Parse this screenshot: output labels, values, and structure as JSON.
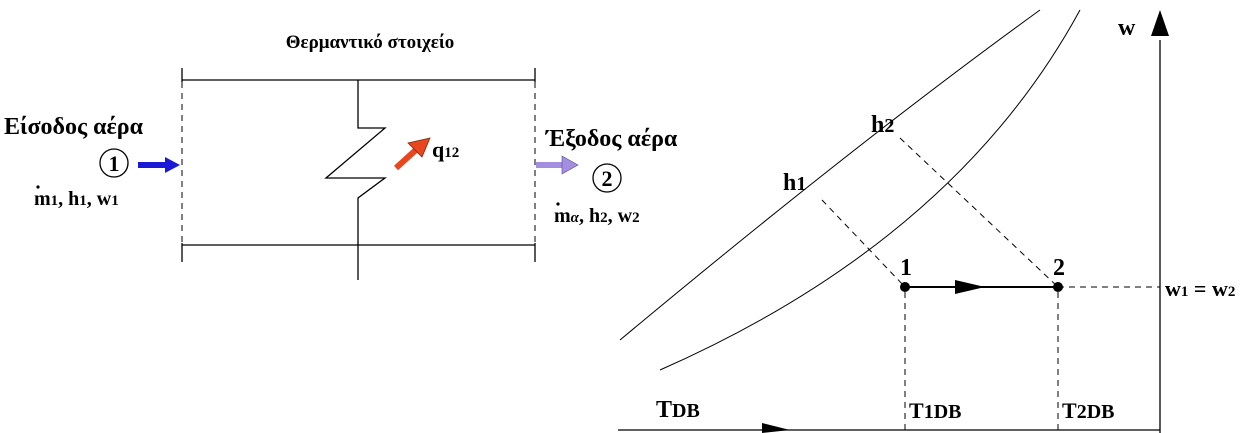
{
  "heater": {
    "title": "Θερμαντικό στοιχείο",
    "heat_label": "q",
    "heat_sub": "12"
  },
  "inlet": {
    "label": "Είσοδος αέρα",
    "state": "1",
    "props": {
      "m": "m",
      "m_sub": "1",
      "h": "h",
      "h_sub": "1",
      "w": "w",
      "w_sub": "1"
    }
  },
  "outlet": {
    "label": "Έξοδος αέρα",
    "state": "2",
    "props": {
      "m": "m",
      "m_sub": "α",
      "h": "h",
      "h_sub": "2",
      "w": "w",
      "w_sub": "2"
    }
  },
  "chart": {
    "w_axis": "w",
    "h1": {
      "main": "h",
      "sub": "1"
    },
    "h2": {
      "main": "h",
      "sub": "2"
    },
    "point1": "1",
    "point2": "2",
    "w_equal": {
      "w1": "w",
      "w1_sub": "1",
      "eq": "=",
      "w2": "w",
      "w2_sub": "2"
    },
    "t_axis": {
      "main": "T",
      "sub": "DB"
    },
    "t1": {
      "main": "T",
      "sub": "1DB"
    },
    "t2": {
      "main": "T",
      "sub": "2DB"
    }
  },
  "colors": {
    "inlet_arrow": "#1a1ad6",
    "heat_arrow": "#e8461e",
    "outlet_arrow": "#a38ee0"
  }
}
